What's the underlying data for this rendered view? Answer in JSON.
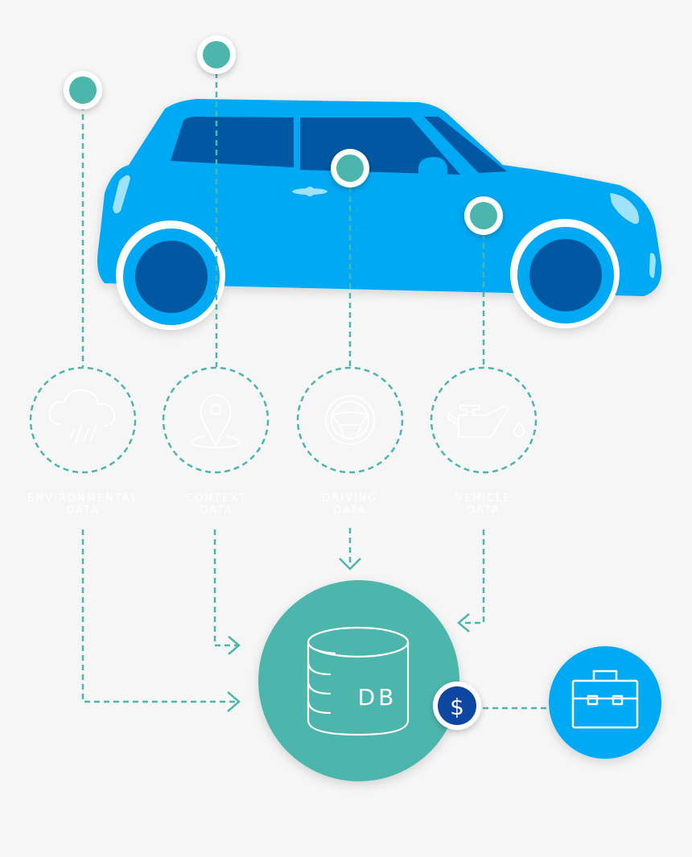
{
  "colors": {
    "background": "#f6f6f6",
    "car_body": "#03a9f4",
    "car_dark": "#0358a2",
    "car_light": "#9ee2fb",
    "teal": "#4db6ac",
    "dollar_badge": "#0d47a1",
    "briefcase_circle": "#03a9f4",
    "category_stroke": "#ffffff",
    "connector": "#4db6ac"
  },
  "categories": [
    {
      "id": "environmental",
      "icon": "rain-cloud-icon",
      "line1": "ENVIRONMENTAL",
      "line2": "DATA"
    },
    {
      "id": "context",
      "icon": "location-pin-icon",
      "line1": "CONTEXT",
      "line2": "DATA"
    },
    {
      "id": "driving",
      "icon": "steering-wheel-icon",
      "line1": "DRIVING",
      "line2": "DATA"
    },
    {
      "id": "vehicle",
      "icon": "oil-can-icon",
      "line1": "VEHICLE",
      "line2": "DATA"
    }
  ],
  "database": {
    "label": "DB",
    "icon": "database-icon"
  },
  "badge": {
    "symbol": "$",
    "icon": "dollar-icon"
  },
  "destination": {
    "icon": "briefcase-icon"
  }
}
